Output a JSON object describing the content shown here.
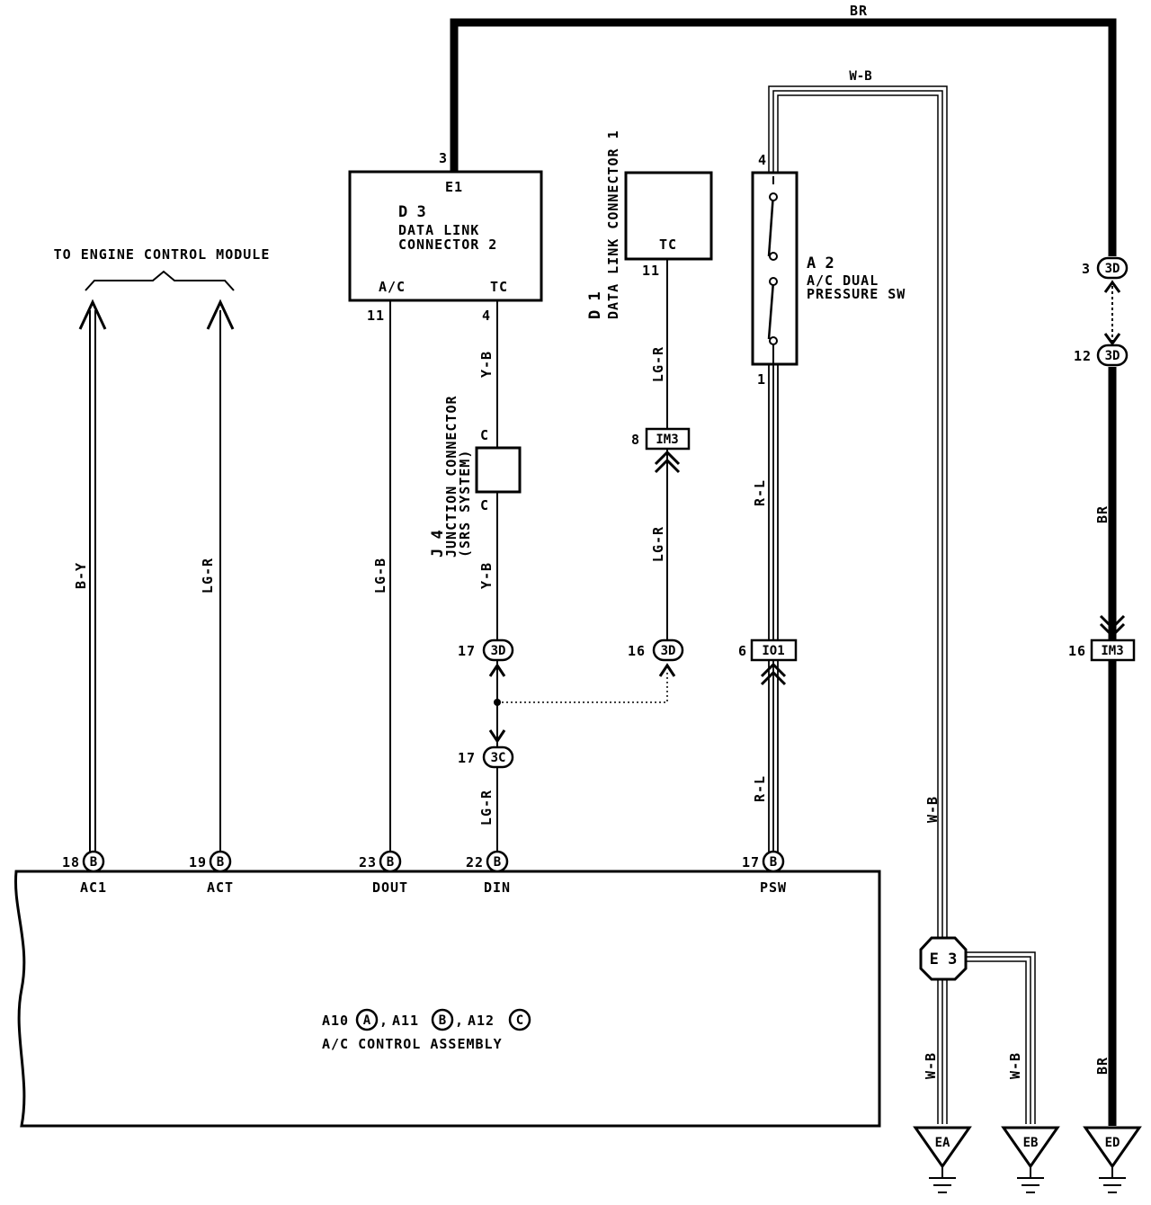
{
  "top_wire": "BR",
  "wb_top": "W-B",
  "ecm": "TO ENGINE CONTROL MODULE",
  "d3": {
    "pin_top": "3",
    "e1": "E1",
    "id": "D 3",
    "name1": "DATA LINK",
    "name2": "CONNECTOR 2",
    "ac": "A/C",
    "tc": "TC",
    "pin_ac": "11",
    "pin_tc": "4"
  },
  "d1": {
    "tc": "TC",
    "pin": "11",
    "id": "D 1",
    "name": "DATA LINK CONNECTOR 1"
  },
  "a2": {
    "pin_top": "4",
    "pin_bot": "1",
    "id": "A 2",
    "name1": "A/C DUAL",
    "name2": "PRESSURE SW"
  },
  "j4": {
    "id": "J 4",
    "name1": "JUNCTION CONNECTOR",
    "name2": "(SRS SYSTEM)",
    "c_top": "C",
    "c_bot": "C"
  },
  "wires": {
    "by": "B-Y",
    "lgr_act": "LG-R",
    "lgb": "LG-B",
    "yb1": "Y-B",
    "yb2": "Y-B",
    "lgr_din": "LG-R",
    "lgr_d1a": "LG-R",
    "lgr_d1b": "LG-R",
    "rl1": "R-L",
    "rl2": "R-L",
    "br_mid": "BR",
    "br_low": "BR",
    "wb_mid": "W-B",
    "wb_ea": "W-B",
    "wb_eb": "W-B"
  },
  "conns": {
    "c17_3d": "3D",
    "c16_3d": "3D",
    "c17_3c": "3C",
    "c8_im3": "IM3",
    "c6_io1": "IO1",
    "c3_3d": "3D",
    "c12_3d": "3D",
    "c16_im3": "IM3",
    "e3": "E 3"
  },
  "pins": {
    "p17a": "17",
    "p16a": "16",
    "p17c": "17",
    "p8": "8",
    "p6": "6",
    "p3": "3",
    "p12": "12",
    "p16b": "16"
  },
  "assembly": {
    "terminals": [
      {
        "pin": "18",
        "conn": "B",
        "name": "AC1"
      },
      {
        "pin": "19",
        "conn": "B",
        "name": "ACT"
      },
      {
        "pin": "23",
        "conn": "B",
        "name": "DOUT"
      },
      {
        "pin": "22",
        "conn": "B",
        "name": "DIN"
      },
      {
        "pin": "17",
        "conn": "B",
        "name": "PSW"
      }
    ],
    "ids": [
      {
        "text": "A10",
        "conn": "A"
      },
      {
        "text": "A11",
        "conn": "B"
      },
      {
        "text": "A12",
        "conn": "C"
      }
    ],
    "sep": ",",
    "name": "A/C CONTROL ASSEMBLY"
  },
  "grounds": {
    "ea": "EA",
    "eb": "EB",
    "ed": "ED"
  }
}
